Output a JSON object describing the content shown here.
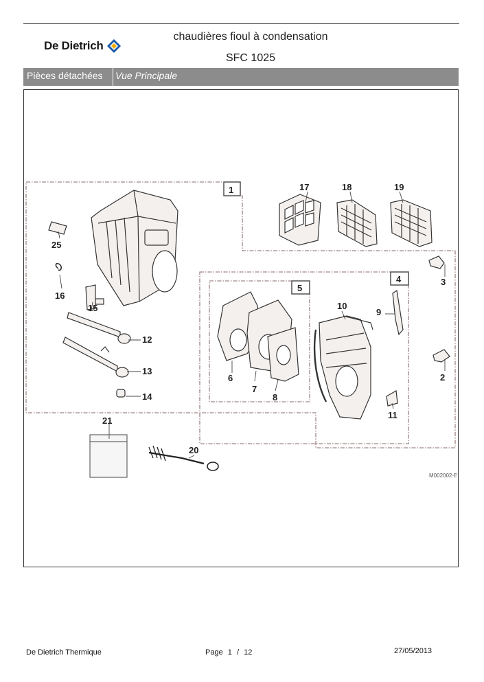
{
  "header": {
    "brand": "De Dietrich",
    "title_line1": "chaudières fioul à condensation",
    "title_line2": "SFC 1025"
  },
  "section_bar": {
    "label": "Pièces détachées",
    "view": "Vue Principale"
  },
  "diagram": {
    "reference": "M002002-B",
    "part_numbers": [
      "1",
      "2",
      "3",
      "4",
      "5",
      "6",
      "7",
      "8",
      "9",
      "10",
      "11",
      "12",
      "13",
      "14",
      "15",
      "16",
      "17",
      "18",
      "19",
      "20",
      "21",
      "25"
    ],
    "colors": {
      "line": "#333333",
      "dash": "#8a6a6a",
      "part_fill": "#f4f0ee"
    }
  },
  "footer": {
    "company": "De Dietrich Thermique",
    "page_label": "Page",
    "page_current": "1",
    "page_sep": "/",
    "page_total": "12",
    "date": "27/05/2013"
  }
}
